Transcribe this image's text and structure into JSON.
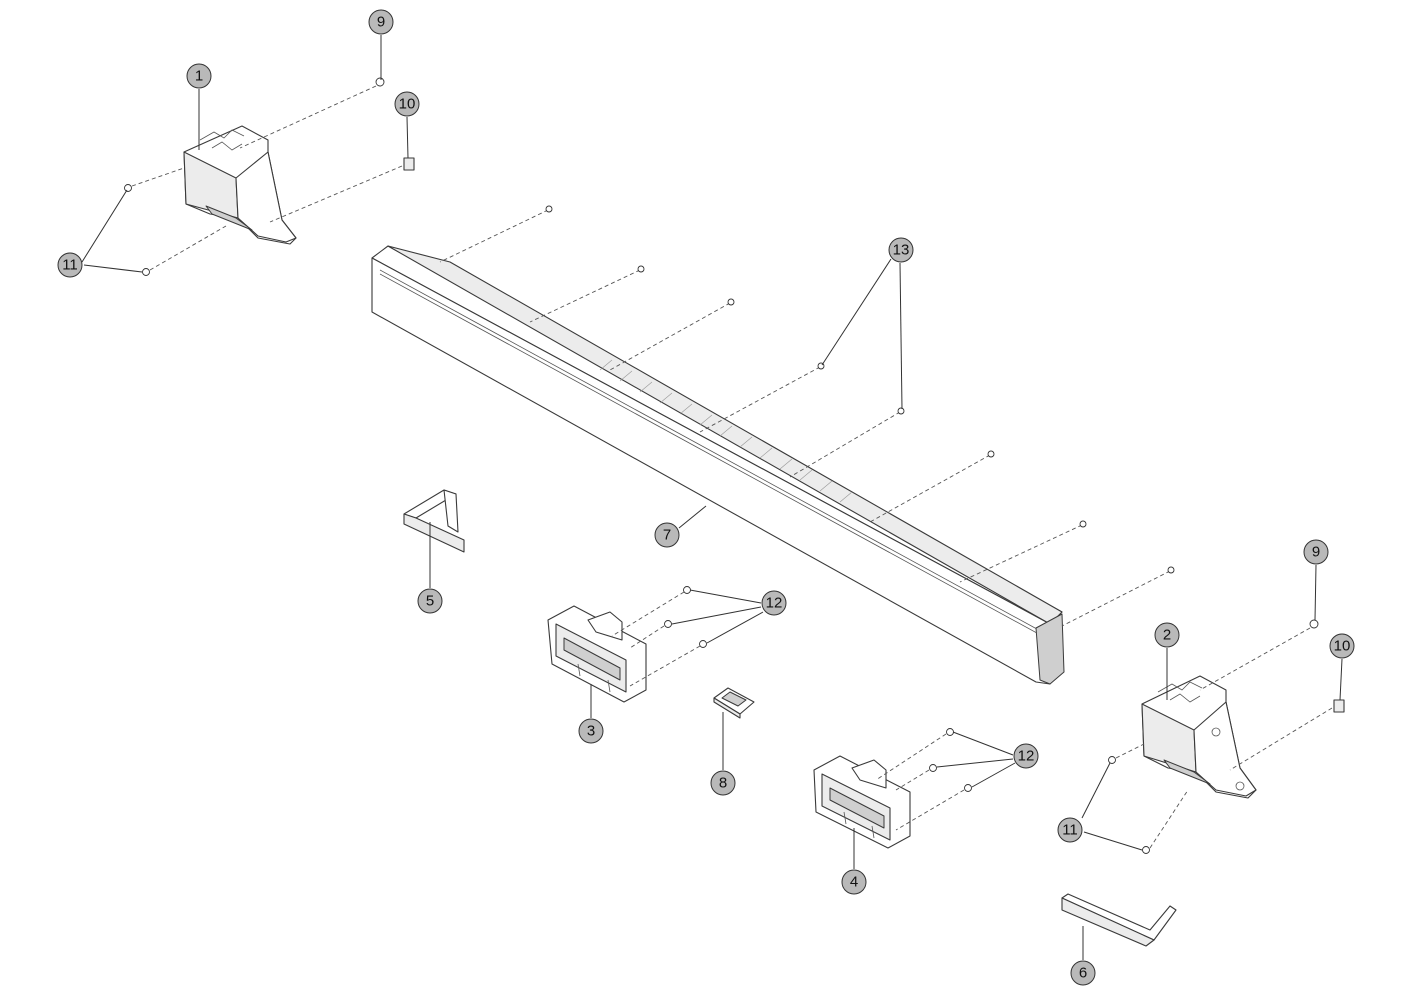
{
  "callouts": [
    {
      "id": "c1",
      "label": "1"
    },
    {
      "id": "c2",
      "label": "2"
    },
    {
      "id": "c3",
      "label": "3"
    },
    {
      "id": "c4",
      "label": "4"
    },
    {
      "id": "c5",
      "label": "5"
    },
    {
      "id": "c6",
      "label": "6"
    },
    {
      "id": "c7",
      "label": "7"
    },
    {
      "id": "c8",
      "label": "8"
    },
    {
      "id": "c9a",
      "label": "9"
    },
    {
      "id": "c9b",
      "label": "9"
    },
    {
      "id": "c10a",
      "label": "10"
    },
    {
      "id": "c10b",
      "label": "10"
    },
    {
      "id": "c11a",
      "label": "11"
    },
    {
      "id": "c11b",
      "label": "11"
    },
    {
      "id": "c12a",
      "label": "12"
    },
    {
      "id": "c12b",
      "label": "12"
    },
    {
      "id": "c13",
      "label": "13"
    }
  ],
  "colors": {
    "balloon_fill": "#b9b9b9",
    "line": "#333333"
  }
}
